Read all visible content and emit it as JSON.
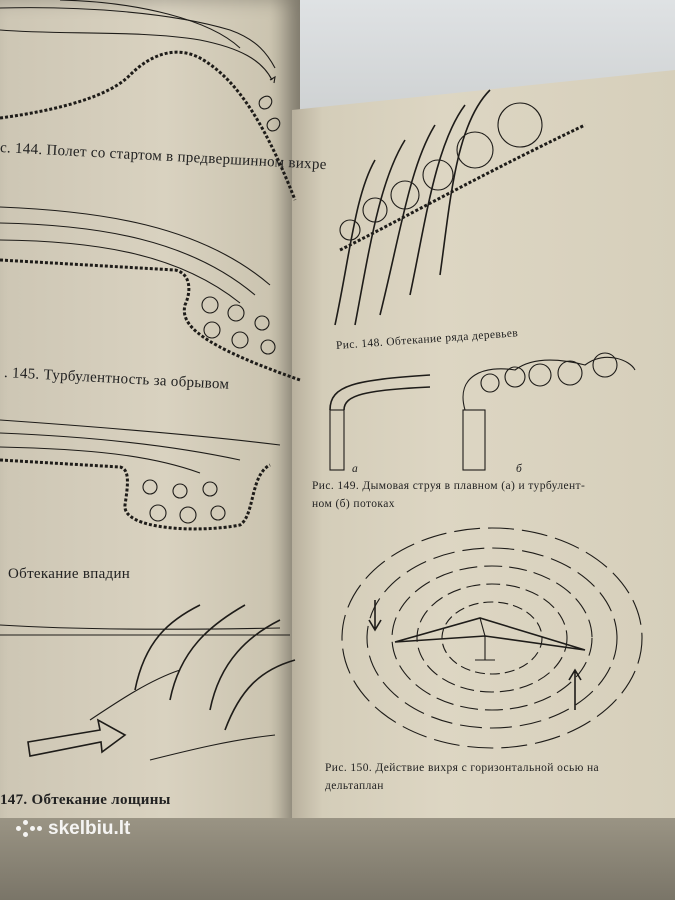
{
  "left_page": {
    "captions": [
      {
        "id": "fig144",
        "text": "с. 144. Полет со стартом в предвершинном вихре"
      },
      {
        "id": "fig145",
        "text": ". 145. Турбулентность за обрывом"
      },
      {
        "id": "fig146",
        "text": "Обтекание впадин"
      },
      {
        "id": "fig147",
        "text": "147. Обтекание лощины"
      }
    ]
  },
  "right_page": {
    "captions": [
      {
        "id": "fig148",
        "text": "Рис. 148. Обтекание ряда деревьев"
      },
      {
        "id": "fig149_line1",
        "text": "Рис. 149. Дымовая струя в плавном (а) и турбулент-"
      },
      {
        "id": "fig149_line2",
        "text": "ном (б) потоках"
      },
      {
        "id": "fig150_line1",
        "text": "Рис. 150. Действие вихря с горизонтальной осью на"
      },
      {
        "id": "fig150_line2",
        "text": "дельтаплан"
      }
    ],
    "fig149_labels": {
      "a": "а",
      "b": "б"
    }
  },
  "watermark": {
    "text": "skelbiu.lt"
  }
}
